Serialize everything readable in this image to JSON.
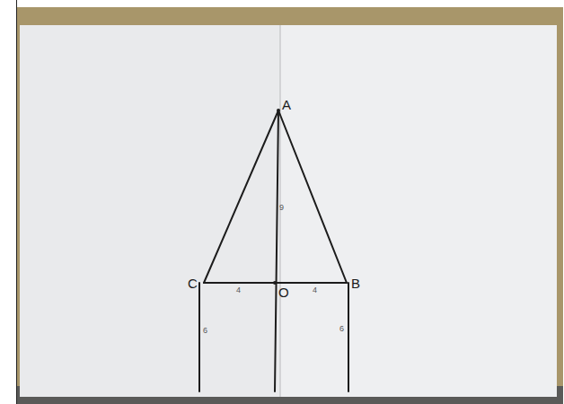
{
  "diagram": {
    "labels": [
      "A",
      "9",
      "C",
      "4",
      "O",
      "4",
      "B",
      "6",
      "6"
    ]
  }
}
